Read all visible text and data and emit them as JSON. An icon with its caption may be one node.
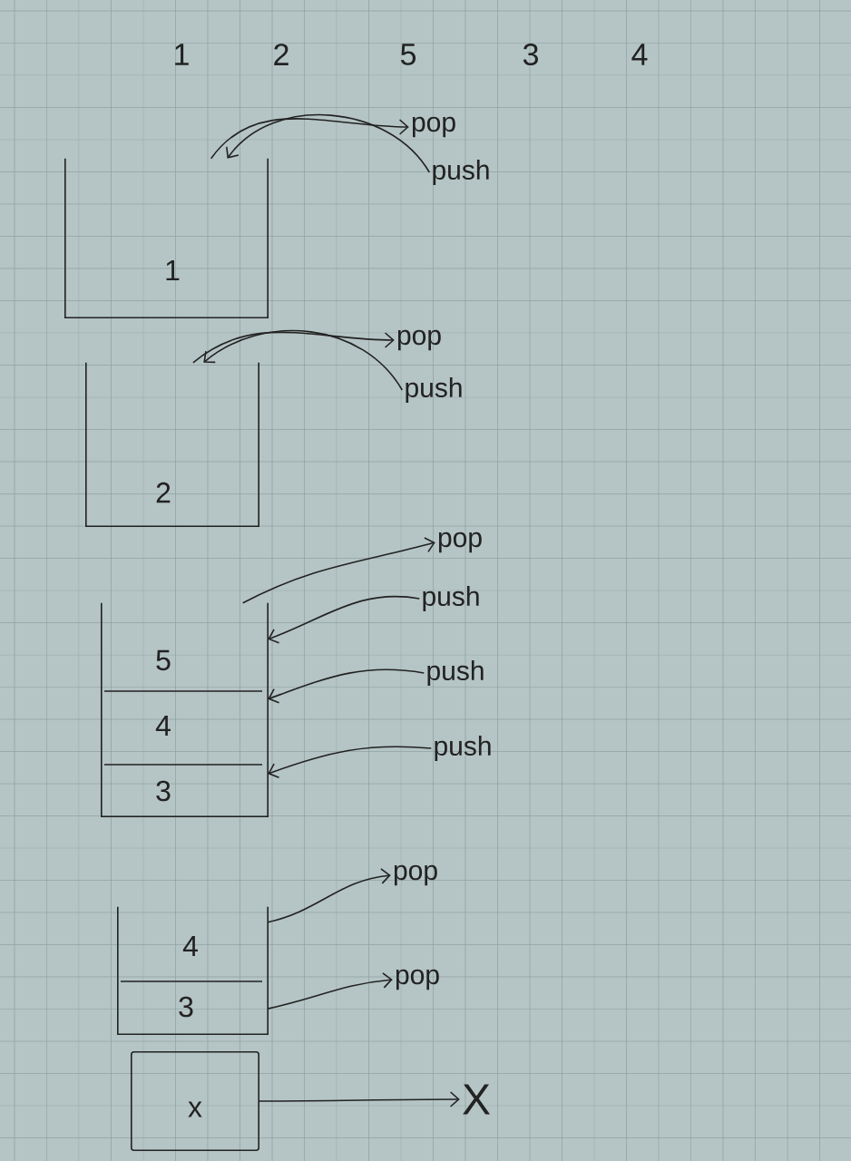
{
  "diagram": {
    "nodes": [
      {
        "text": [
          "1"
        ]
      },
      {
        "text": [
          "pop"
        ]
      },
      {
        "text": [
          "push"
        ]
      },
      {
        "text": [
          "2"
        ]
      },
      {
        "text": [
          "pop"
        ]
      },
      {
        "text": [
          "push"
        ]
      },
      {
        "text": [
          "5",
          "4",
          "3"
        ]
      },
      {
        "text": [
          "pop"
        ]
      },
      {
        "text": [
          "push"
        ]
      },
      {
        "text": [
          "push"
        ]
      },
      {
        "text": [
          "push"
        ]
      },
      {
        "text": [
          "4",
          "3"
        ]
      },
      {
        "text": [
          "pop"
        ]
      },
      {
        "text": [
          "pop"
        ]
      },
      {
        "text": [
          "x"
        ]
      },
      {
        "text": [
          "X"
        ]
      }
    ],
    "edges": [
      {
        "from": 0,
        "to": 1,
        "arrow": "to"
      },
      {
        "from": 2,
        "to": 0,
        "arrow": "to"
      },
      {
        "from": 3,
        "to": 4,
        "arrow": "to"
      },
      {
        "from": 5,
        "to": 3,
        "arrow": "to"
      },
      {
        "from": 6,
        "to": 7,
        "arrow": "to"
      },
      {
        "from": 8,
        "to": 6,
        "arrow": "to"
      },
      {
        "from": 9,
        "to": 6,
        "arrow": "to"
      },
      {
        "from": 10,
        "to": 6,
        "arrow": "to"
      },
      {
        "from": 11,
        "to": 12,
        "arrow": "to"
      },
      {
        "from": 11,
        "to": 13,
        "arrow": "to"
      },
      {
        "from": 14,
        "to": 15,
        "arrow": "to"
      }
    ],
    "labels": [
      "1",
      "2",
      "5",
      "3",
      "4"
    ]
  }
}
